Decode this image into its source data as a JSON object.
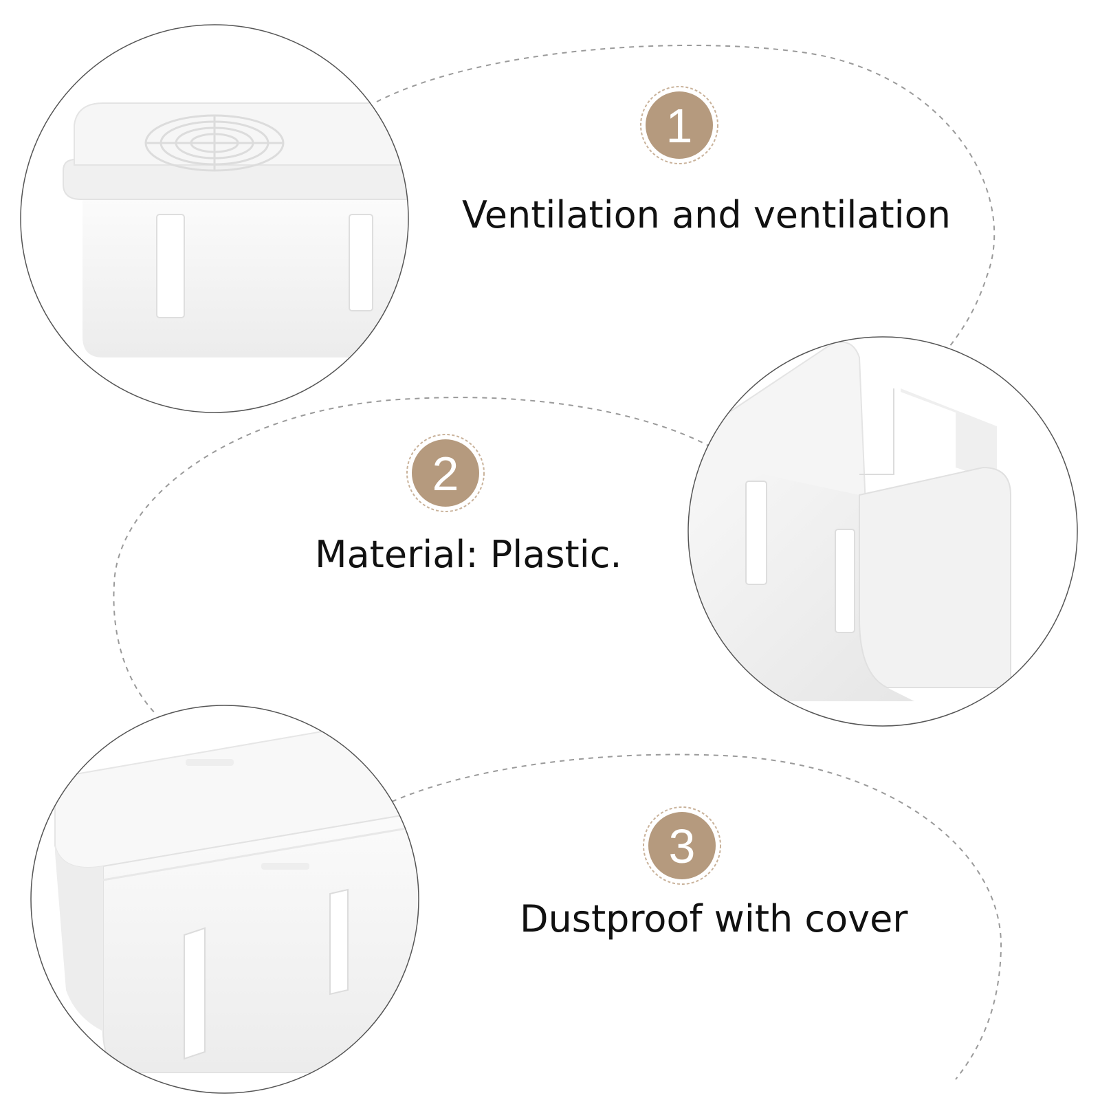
{
  "colors": {
    "badge_fill": "#b59a7e",
    "badge_ring": "#c9b29a",
    "dashed_line": "#9a9a9a",
    "photo_circle_stroke": "#555555",
    "product_white": "#f4f4f4"
  },
  "features": [
    {
      "number": "1",
      "text": "Ventilation and ventilation"
    },
    {
      "number": "2",
      "text": "Material: Plastic."
    },
    {
      "number": "3",
      "text": "Dustproof with cover"
    }
  ]
}
